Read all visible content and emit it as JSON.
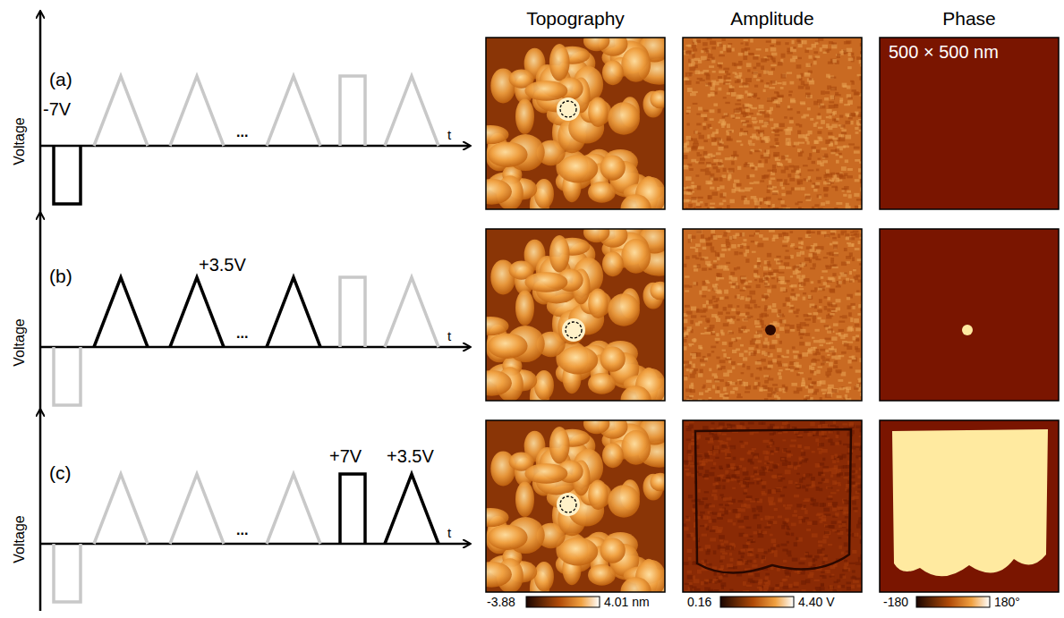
{
  "diagram": {
    "labels": [
      "Topography",
      "Amplitude",
      "Phase",
      "500 × 500 nm",
      "(a)",
      "Voltage",
      "-7V",
      "...",
      "t",
      "(b)",
      "Voltage",
      "+3.5V",
      "...",
      "t",
      "(c)",
      "Voltage",
      "+7V",
      "+3.5V",
      "...",
      "t",
      "-3.88",
      "4.01 nm",
      "0.16",
      "4.40 V",
      "-180",
      "180°"
    ]
  }
}
